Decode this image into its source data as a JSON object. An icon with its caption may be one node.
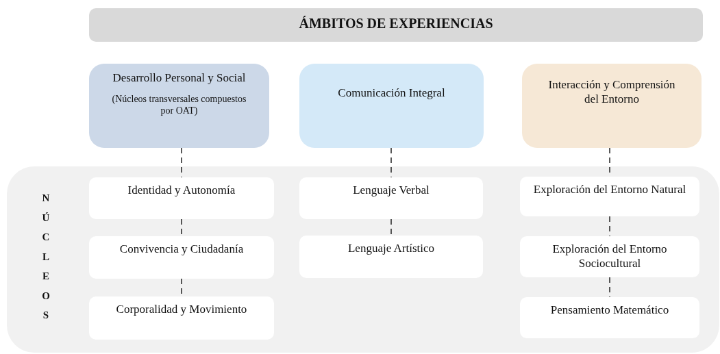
{
  "diagram": {
    "nodes": [
      {
        "text": [
          "ÁMBITOS DE EXPERIENCIAS"
        ]
      },
      {
        "text": [
          "Desarrollo Personal y Social",
          "(Núcleos transversales compuestos por OAT)"
        ]
      },
      {
        "text": [
          "Comunicación Integral"
        ]
      },
      {
        "text": [
          "Interacción y Comprensión del Entorno"
        ]
      },
      {
        "text": [
          "NÚCLEOS"
        ]
      },
      {
        "text": [
          "Identidad y Autonomía"
        ],
        "in": 4
      },
      {
        "text": [
          "Convivencia y Ciudadanía"
        ],
        "in": 4
      },
      {
        "text": [
          "Corporalidad y Movimiento"
        ],
        "in": 4
      },
      {
        "text": [
          "Lenguaje Verbal"
        ],
        "in": 4
      },
      {
        "text": [
          "Lenguaje Artístico"
        ],
        "in": 4
      },
      {
        "text": [
          "Exploración del Entorno Natural"
        ],
        "in": 4
      },
      {
        "text": [
          "Exploración del Entorno Sociocultural"
        ],
        "in": 4
      },
      {
        "text": [
          "Pensamiento Matemático"
        ],
        "in": 4
      }
    ],
    "edges": [
      {
        "from": 1,
        "to": 5,
        "arrow": "none",
        "style": "dashed"
      },
      {
        "from": 5,
        "to": 6,
        "arrow": "none",
        "style": "dashed"
      },
      {
        "from": 6,
        "to": 7,
        "arrow": "none",
        "style": "dashed"
      },
      {
        "from": 2,
        "to": 8,
        "arrow": "none",
        "style": "dashed"
      },
      {
        "from": 8,
        "to": 9,
        "arrow": "none",
        "style": "dashed"
      },
      {
        "from": 3,
        "to": 10,
        "arrow": "none",
        "style": "dashed"
      },
      {
        "from": 10,
        "to": 11,
        "arrow": "none",
        "style": "dashed"
      },
      {
        "from": 11,
        "to": 12,
        "arrow": "none",
        "style": "dashed"
      }
    ]
  }
}
